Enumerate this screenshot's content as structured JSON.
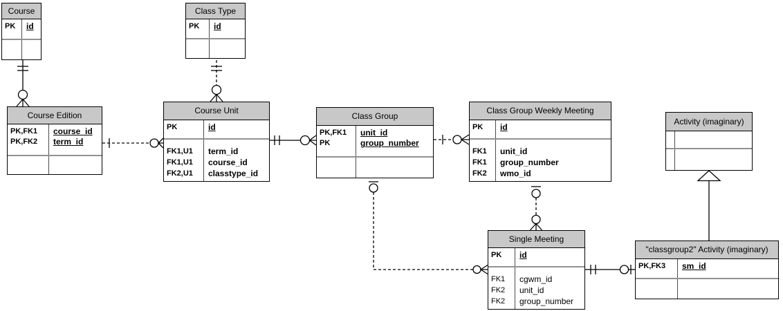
{
  "diagram": {
    "type": "entity-relationship-diagram",
    "colors": {
      "background": "#ffffff",
      "entity_header_fill": "#c8c8c8",
      "entity_border": "#000000",
      "section_divider": "#919191"
    },
    "entities": [
      {
        "id": "course",
        "title": "Course",
        "key_rows": [
          {
            "keys": "PK",
            "name": "id"
          }
        ],
        "attr_rows": []
      },
      {
        "id": "class_type",
        "title": "Class Type",
        "key_rows": [
          {
            "keys": "PK",
            "name": "id"
          }
        ],
        "attr_rows": []
      },
      {
        "id": "course_edition",
        "title": "Course Edition",
        "key_rows": [
          {
            "keys": "PK,FK1",
            "name": "course_id"
          },
          {
            "keys": "PK,FK2",
            "name": "term_id"
          }
        ],
        "attr_rows": []
      },
      {
        "id": "course_unit",
        "title": "Course Unit",
        "key_rows": [
          {
            "keys": "PK",
            "name": "id"
          }
        ],
        "attr_rows": [
          {
            "keys": "FK1,U1",
            "name": "term_id"
          },
          {
            "keys": "FK1,U1",
            "name": "course_id"
          },
          {
            "keys": "FK2,U1",
            "name": "classtype_id"
          }
        ]
      },
      {
        "id": "class_group",
        "title": "Class Group",
        "key_rows": [
          {
            "keys": "PK,FK1",
            "name": "unit_id"
          },
          {
            "keys": "PK",
            "name": "group_number"
          }
        ],
        "attr_rows": []
      },
      {
        "id": "cgwm",
        "title": "Class Group Weekly Meeting",
        "key_rows": [
          {
            "keys": "PK",
            "name": "id"
          }
        ],
        "attr_rows": [
          {
            "keys": "FK1",
            "name": "unit_id"
          },
          {
            "keys": "FK1",
            "name": "group_number"
          },
          {
            "keys": "FK2",
            "name": "wmo_id"
          }
        ]
      },
      {
        "id": "activity",
        "title": "Activity (imaginary)",
        "key_rows": [],
        "attr_rows": []
      },
      {
        "id": "single_meeting",
        "title": "Single Meeting",
        "key_rows": [
          {
            "keys": "PK",
            "name": "id"
          }
        ],
        "attr_rows": [
          {
            "keys": "FK1",
            "name": "cgwm_id"
          },
          {
            "keys": "FK2",
            "name": "unit_id"
          },
          {
            "keys": "FK2",
            "name": "group_number"
          }
        ]
      },
      {
        "id": "classgroup2_activity",
        "title": "\"classgroup2\" Activity (imaginary)",
        "key_rows": [
          {
            "keys": "PK,FK3",
            "name": "sm_id"
          }
        ],
        "attr_rows": []
      }
    ],
    "relationships": [
      {
        "id": "course__course_edition",
        "from": "Course",
        "to": "Course Edition",
        "from_cardinality": "exactly-one",
        "to_cardinality": "zero-or-many",
        "line": "solid"
      },
      {
        "id": "class_type__course_unit",
        "from": "Class Type",
        "to": "Course Unit",
        "from_cardinality": "exactly-one",
        "to_cardinality": "zero-or-many",
        "line": "dashed"
      },
      {
        "id": "course_edition__course_unit",
        "from": "Course Edition",
        "to": "Course Unit",
        "from_cardinality": "one",
        "to_cardinality": "zero-or-many",
        "line": "dashed"
      },
      {
        "id": "course_unit__class_group",
        "from": "Course Unit",
        "to": "Class Group",
        "from_cardinality": "exactly-one",
        "to_cardinality": "zero-or-many",
        "line": "solid"
      },
      {
        "id": "class_group__cgwm",
        "from": "Class Group",
        "to": "Class Group Weekly Meeting",
        "from_cardinality": "one",
        "to_cardinality": "zero-or-many",
        "line": "dashed"
      },
      {
        "id": "class_group__single_meeting",
        "from": "Class Group",
        "to": "Single Meeting",
        "from_cardinality": "zero-or-one",
        "to_cardinality": "zero-or-many",
        "line": "dashed"
      },
      {
        "id": "cgwm__single_meeting",
        "from": "Class Group Weekly Meeting",
        "to": "Single Meeting",
        "from_cardinality": "zero-or-one",
        "to_cardinality": "zero-or-many",
        "line": "dashed"
      },
      {
        "id": "single_meeting__classgroup2",
        "from": "Single Meeting",
        "to": "\"classgroup2\" Activity (imaginary)",
        "from_cardinality": "exactly-one",
        "to_cardinality": "zero-or-one",
        "line": "solid"
      },
      {
        "id": "classgroup2__activity_inheritance",
        "type": "inheritance",
        "from": "\"classgroup2\" Activity (imaginary)",
        "to": "Activity (imaginary)",
        "line": "solid"
      }
    ]
  }
}
